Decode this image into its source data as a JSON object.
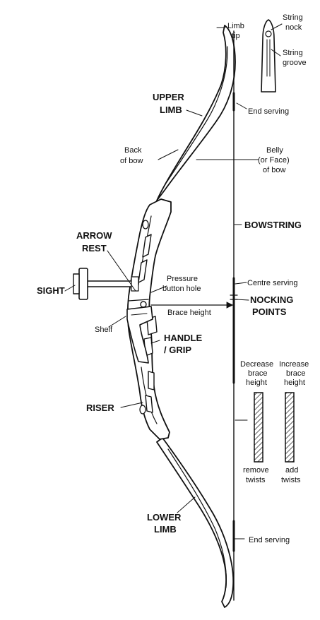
{
  "labels": {
    "limb_tip": [
      "Limb",
      "tip"
    ],
    "string_nock": [
      "String",
      "nock"
    ],
    "string_groove": [
      "String",
      "groove"
    ],
    "upper_limb": [
      "UPPER",
      "LIMB"
    ],
    "end_serving_top": "End serving",
    "back_of_bow": [
      "Back",
      "of bow"
    ],
    "belly": [
      "Belly",
      "(or Face)",
      "of bow"
    ],
    "bowstring": "BOWSTRING",
    "arrow_rest": [
      "ARROW",
      "REST"
    ],
    "sight": "SIGHT",
    "pressure_button_hole": [
      "Pressure",
      "button hole"
    ],
    "centre_serving": "Centre serving",
    "brace_height": "Brace height",
    "nocking_points": [
      "NOCKING",
      "POINTS"
    ],
    "shelf": "Shelf",
    "handle_grip": [
      "HANDLE",
      "/ GRIP"
    ],
    "decrease_brace_height": [
      "Decrease",
      "brace",
      "height"
    ],
    "increase_brace_height": [
      "Increase",
      "brace",
      "height"
    ],
    "riser": "RISER",
    "remove_twists": [
      "remove",
      "twists"
    ],
    "add_twists": [
      "add",
      "twists"
    ],
    "lower_limb": [
      "LOWER",
      "LIMB"
    ],
    "end_serving_bottom": "End serving"
  },
  "colors": {
    "ink": "#111111",
    "background": "#ffffff"
  }
}
